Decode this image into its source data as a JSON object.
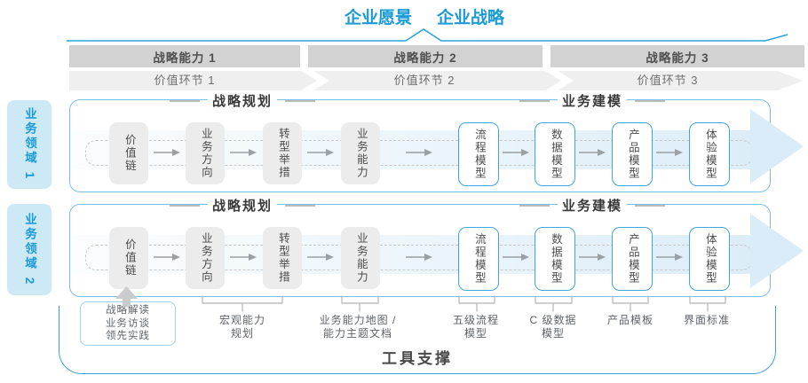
{
  "header": {
    "vision": "企业愿景",
    "strategy": "企业战略"
  },
  "capability_bars": [
    {
      "label": "战略能力 1"
    },
    {
      "label": "战略能力 2"
    },
    {
      "label": "战略能力 3"
    }
  ],
  "value_links": [
    {
      "label": "价值环节 1"
    },
    {
      "label": "价值环节 2"
    },
    {
      "label": "价值环节 3"
    }
  ],
  "domains": [
    {
      "label": "业务领域 1"
    },
    {
      "label": "业务领域 2"
    }
  ],
  "rows": [
    {
      "planning_title": "战略规划",
      "modeling_title": "业务建模",
      "gray_boxes": [
        "价值链",
        "业务方向",
        "转型举措",
        "业务能力"
      ],
      "blue_boxes": [
        "流程模型",
        "数据模型",
        "产品模型",
        "体验模型"
      ]
    },
    {
      "planning_title": "战略规划",
      "modeling_title": "业务建模",
      "gray_boxes": [
        "价值链",
        "业务方向",
        "转型举措",
        "业务能力"
      ],
      "blue_boxes": [
        "流程模型",
        "数据模型",
        "产品模型",
        "体验模型"
      ]
    }
  ],
  "annotations": {
    "practice_box": {
      "text": "战略解读\n业务访谈\n领先实践"
    },
    "labels": [
      {
        "text": "宏观能力\n规划"
      },
      {
        "text": "业务能力地图 /\n能力主题文档"
      },
      {
        "text": "五级流程\n模型"
      },
      {
        "text": "C 级数据\n模型"
      },
      {
        "text": "产品模板"
      },
      {
        "text": "界面标准"
      }
    ]
  },
  "footer": {
    "label": "工具支撑"
  },
  "colors": {
    "accent_blue": "#1a9bd7",
    "line_blue": "#2aa3db",
    "container_border": "#79bfe4",
    "box_border_blue": "#3fa7dd",
    "domain_fill": "#cde9f6",
    "bar_gray": "#d2d2d2",
    "strip_gray": "#efefef",
    "box_gray": "#ececec",
    "flow_band_blue": "#d9ecf8",
    "text_dark": "#4a4a4a",
    "text_gray": "#5f6368"
  }
}
